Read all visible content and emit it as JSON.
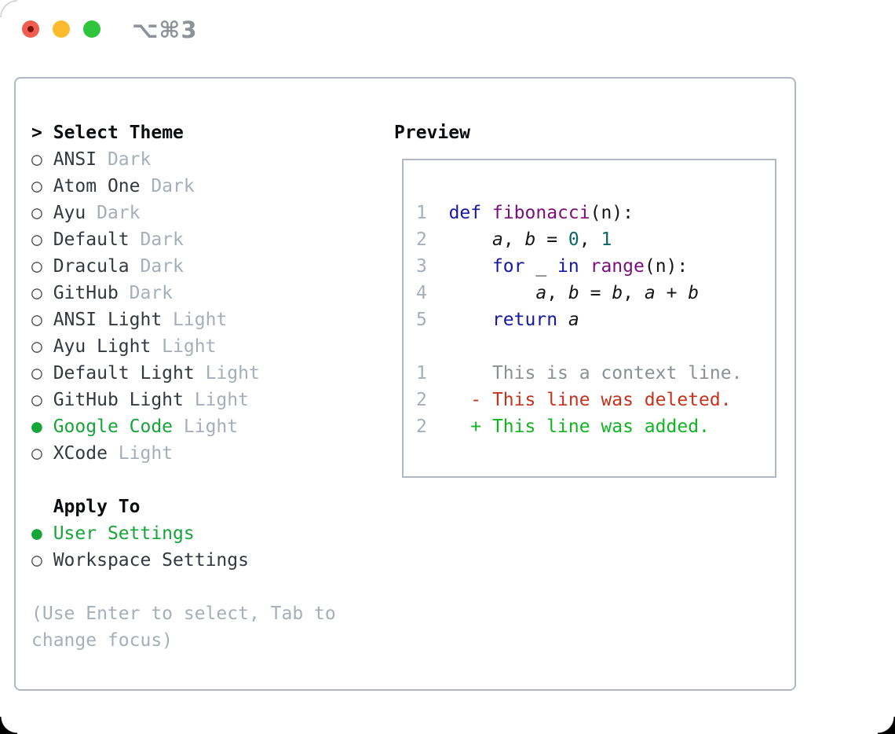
{
  "titlebar": {
    "shortcut": "⌥⌘3"
  },
  "theme_panel": {
    "select": {
      "title": "Select Theme",
      "cursor": ">",
      "items": [
        {
          "name": "ANSI",
          "variant": "Dark",
          "selected": false
        },
        {
          "name": "Atom One",
          "variant": "Dark",
          "selected": false
        },
        {
          "name": "Ayu",
          "variant": "Dark",
          "selected": false
        },
        {
          "name": "Default",
          "variant": "Dark",
          "selected": false
        },
        {
          "name": "Dracula",
          "variant": "Dark",
          "selected": false
        },
        {
          "name": "GitHub",
          "variant": "Dark",
          "selected": false
        },
        {
          "name": "ANSI Light",
          "variant": "Light",
          "selected": false
        },
        {
          "name": "Ayu Light",
          "variant": "Light",
          "selected": false
        },
        {
          "name": "Default Light",
          "variant": "Light",
          "selected": false
        },
        {
          "name": "GitHub Light",
          "variant": "Light",
          "selected": false
        },
        {
          "name": "Google Code",
          "variant": "Light",
          "selected": true
        },
        {
          "name": "XCode",
          "variant": "Light",
          "selected": false
        }
      ]
    },
    "apply_to": {
      "title": "Apply To",
      "items": [
        {
          "name": "User Settings",
          "selected": true
        },
        {
          "name": "Workspace Settings",
          "selected": false
        }
      ]
    },
    "help_lines": [
      "(Use Enter to select, Tab to",
      "change focus)"
    ],
    "preview": {
      "title": "Preview",
      "lines": [
        {
          "num": "1",
          "tokens": [
            [
              "sp",
              "  "
            ],
            [
              "kw",
              "def"
            ],
            [
              "pl",
              " "
            ],
            [
              "fn",
              "fibonacci"
            ],
            [
              "pl",
              "(n):"
            ]
          ]
        },
        {
          "num": "2",
          "tokens": [
            [
              "sp",
              "      "
            ],
            [
              "var",
              "a"
            ],
            [
              "pl",
              ", "
            ],
            [
              "var",
              "b"
            ],
            [
              "pl",
              " = "
            ],
            [
              "lit",
              "0"
            ],
            [
              "pl",
              ", "
            ],
            [
              "lit",
              "1"
            ]
          ]
        },
        {
          "num": "3",
          "tokens": [
            [
              "sp",
              "      "
            ],
            [
              "kw",
              "for"
            ],
            [
              "pl",
              " _ "
            ],
            [
              "kw",
              "in"
            ],
            [
              "pl",
              " "
            ],
            [
              "fn",
              "range"
            ],
            [
              "pl",
              "(n):"
            ]
          ]
        },
        {
          "num": "4",
          "tokens": [
            [
              "sp",
              "          "
            ],
            [
              "var",
              "a"
            ],
            [
              "pl",
              ", "
            ],
            [
              "var",
              "b"
            ],
            [
              "pl",
              " = "
            ],
            [
              "var",
              "b"
            ],
            [
              "pl",
              ", "
            ],
            [
              "var",
              "a"
            ],
            [
              "pl",
              " + "
            ],
            [
              "var",
              "b"
            ]
          ]
        },
        {
          "num": "5",
          "tokens": [
            [
              "sp",
              "      "
            ],
            [
              "kw",
              "return"
            ],
            [
              "pl",
              " "
            ],
            [
              "var",
              "a"
            ]
          ]
        },
        {
          "num": "",
          "tokens": []
        },
        {
          "num": "1",
          "tokens": [
            [
              "ctx",
              "      This is a context line."
            ]
          ]
        },
        {
          "num": "2",
          "tokens": [
            [
              "del",
              "    - This line was deleted."
            ]
          ]
        },
        {
          "num": "2",
          "tokens": [
            [
              "add",
              "    + This line was added."
            ]
          ]
        }
      ]
    }
  },
  "markers": {
    "unselected": "○",
    "selected": "●"
  },
  "colors": {
    "selected_green": "#17a53a",
    "muted_gray": "#a7aeba",
    "item_text": "#34383f",
    "ring": "#4b5057",
    "keyword": "#1717a5",
    "function_name": "#7c0e7c",
    "literal": "#0b6868",
    "plain_code": "#161616",
    "line_number": "#a7aeba",
    "context_line": "#8b9096",
    "deleted_line": "#c6331c",
    "added_line": "#10b622",
    "panel_border": "#b2b8c1",
    "traffic_red": "#f25d52",
    "traffic_yellow": "#fdba2c",
    "traffic_green": "#30c53c"
  }
}
